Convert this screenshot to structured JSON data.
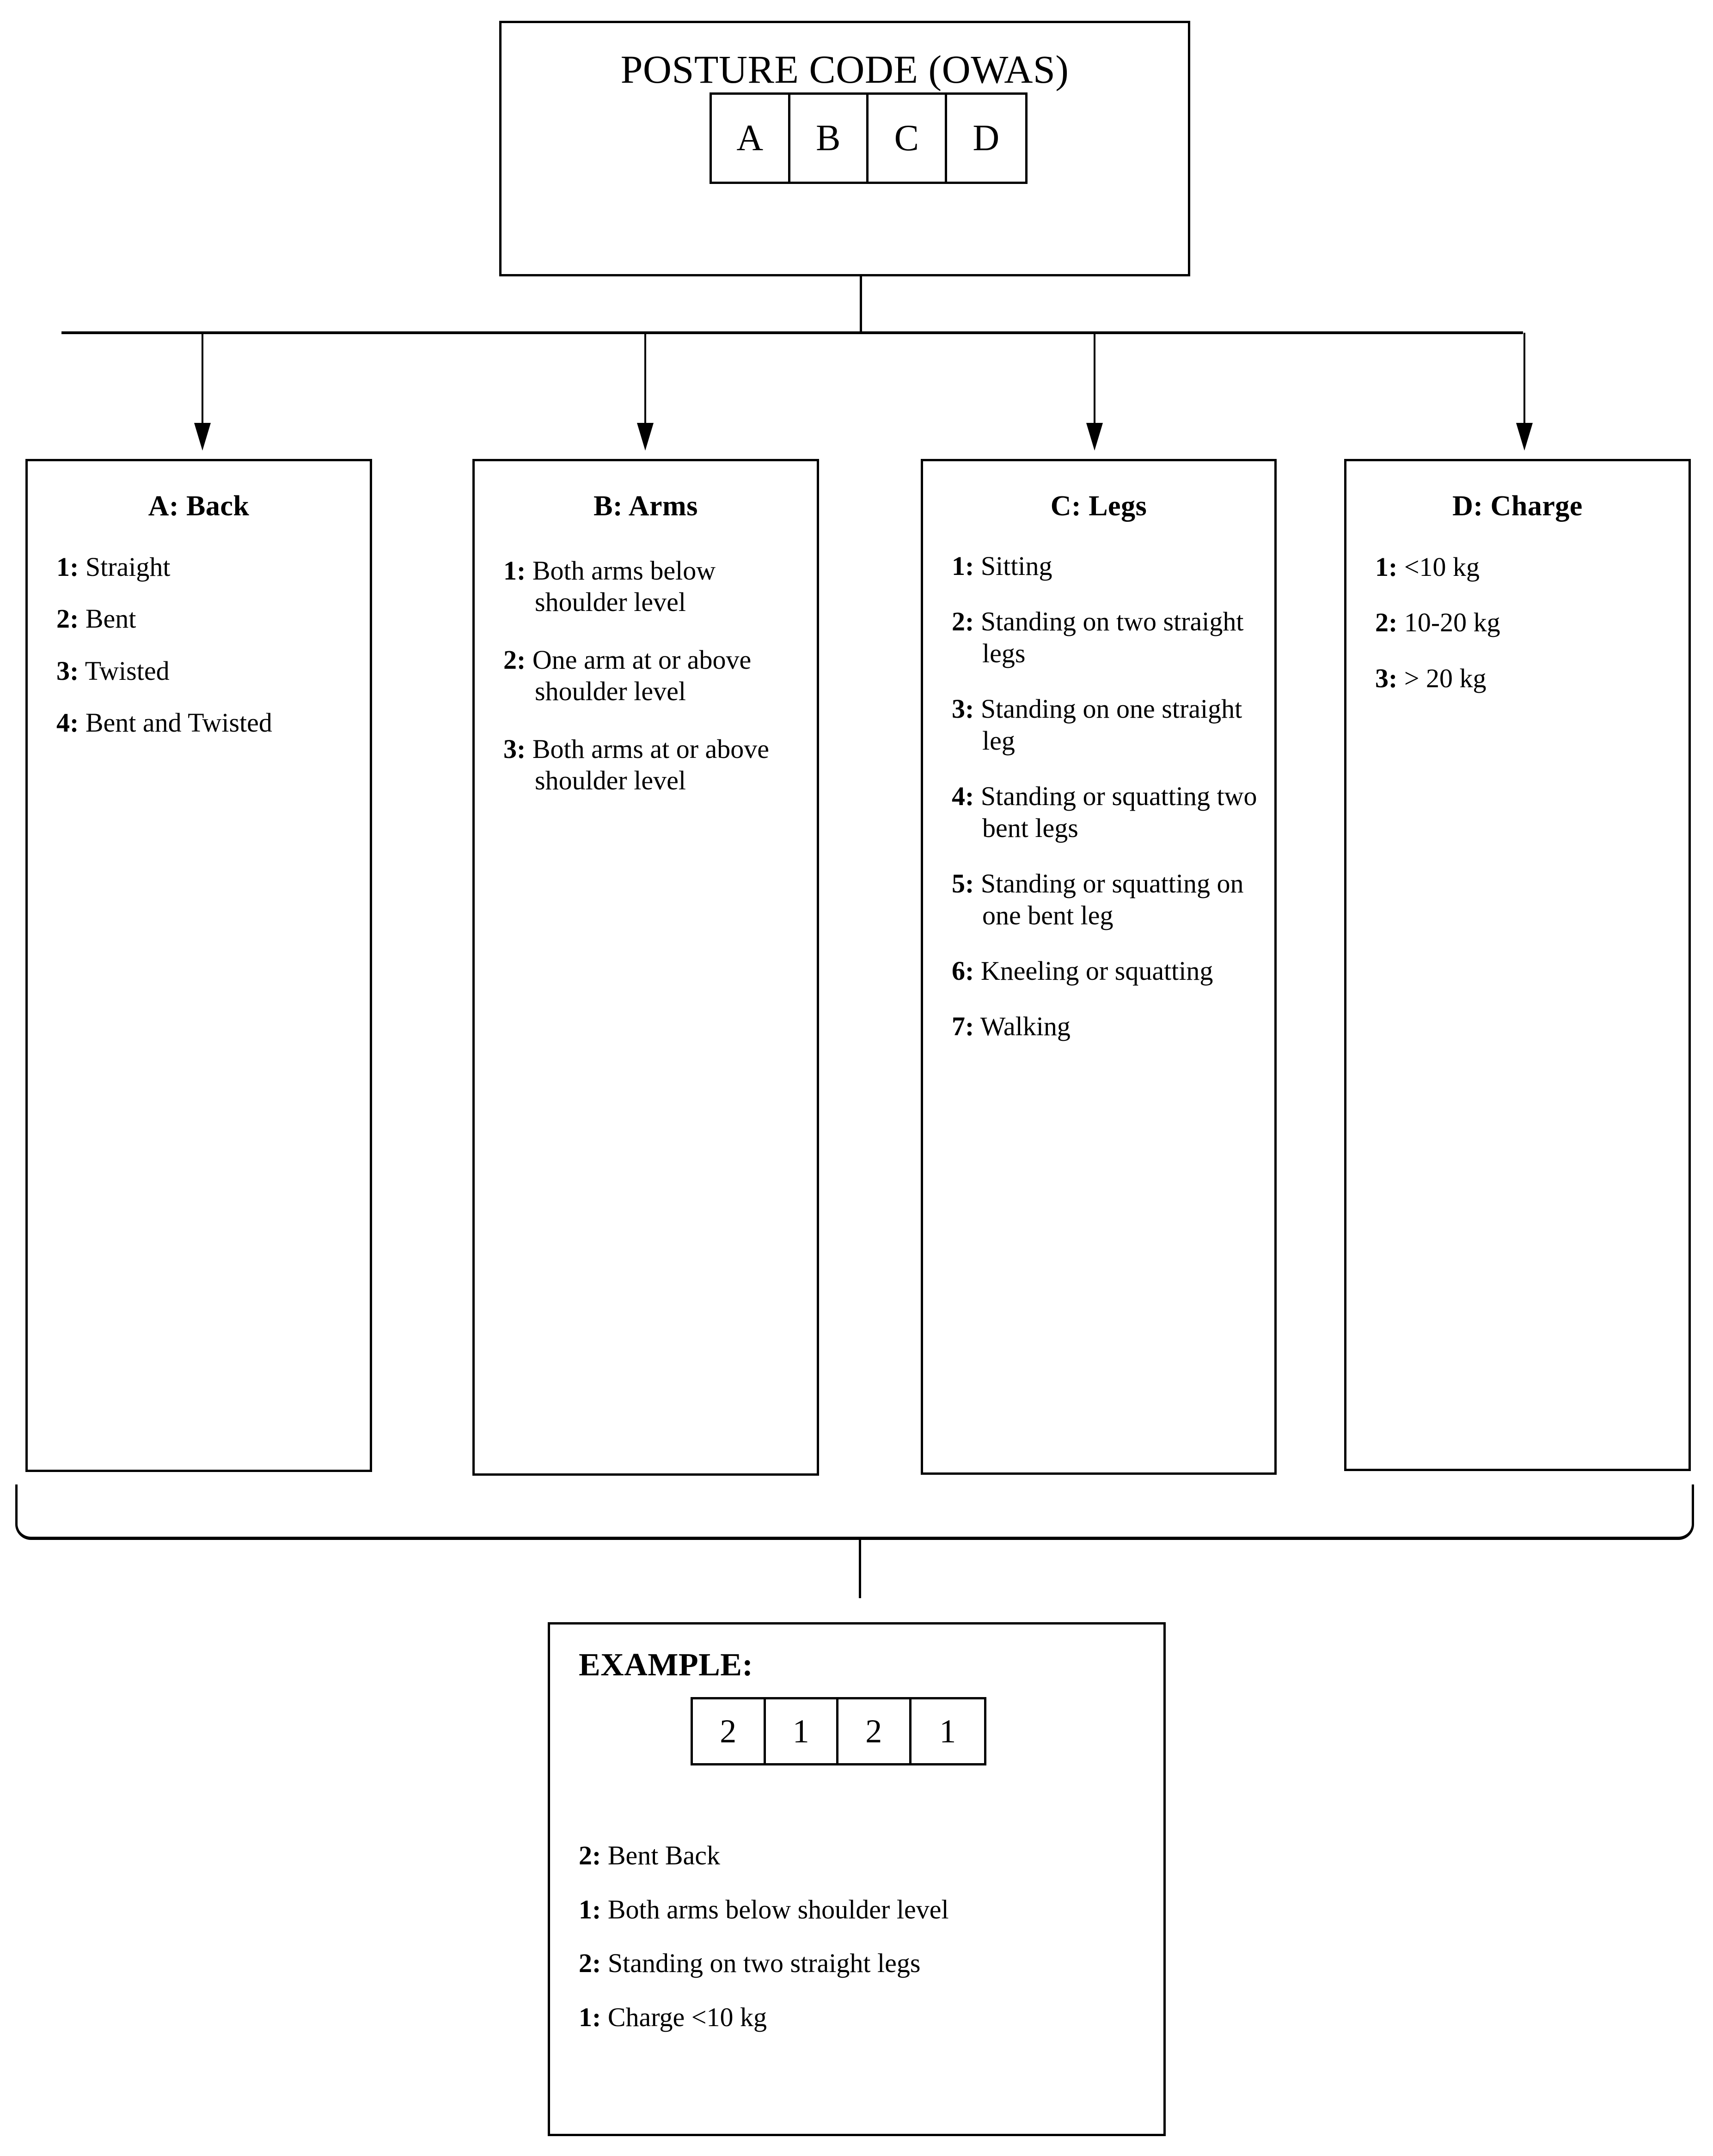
{
  "title_block": {
    "heading": "POSTURE CODE (OWAS)",
    "code_cells": [
      "A",
      "B",
      "C",
      "D"
    ]
  },
  "categories": [
    {
      "id": "A",
      "title": "A: Back",
      "items": [
        {
          "num": "1:",
          "text": "Straight"
        },
        {
          "num": "2:",
          "text": "Bent"
        },
        {
          "num": "3:",
          "text": "Twisted"
        },
        {
          "num": "4:",
          "text": "Bent and Twisted"
        }
      ]
    },
    {
      "id": "B",
      "title": "B: Arms",
      "items": [
        {
          "num": "1:",
          "text": "Both arms below shoulder level"
        },
        {
          "num": "2:",
          "text": "One arm at or above shoulder level"
        },
        {
          "num": "3:",
          "text": "Both arms at or above shoulder level"
        }
      ]
    },
    {
      "id": "C",
      "title": "C: Legs",
      "items": [
        {
          "num": "1:",
          "text": "Sitting"
        },
        {
          "num": "2:",
          "text": "Standing on two straight legs"
        },
        {
          "num": "3:",
          "text": "Standing on one straight leg"
        },
        {
          "num": "4:",
          "text": "Standing or squatting two bent legs"
        },
        {
          "num": "5:",
          "text": "Standing or squatting on one bent leg"
        },
        {
          "num": "6:",
          "text": "Kneeling or squatting"
        },
        {
          "num": "7:",
          "text": "Walking"
        }
      ]
    },
    {
      "id": "D",
      "title": "D: Charge",
      "items": [
        {
          "num": "1:",
          "text": "<10 kg"
        },
        {
          "num": "2:",
          "text": "10-20 kg"
        },
        {
          "num": "3:",
          "text": "> 20 kg"
        }
      ]
    }
  ],
  "example": {
    "title": "EXAMPLE:",
    "code_cells": [
      "2",
      "1",
      "2",
      "1"
    ],
    "lines": [
      {
        "num": "2:",
        "text": "Bent Back"
      },
      {
        "num": "1:",
        "text": "Both arms below shoulder level"
      },
      {
        "num": "2:",
        "text": "Standing on two straight legs"
      },
      {
        "num": "1:",
        "text": "Charge <10 kg"
      }
    ]
  },
  "colors": {
    "stroke": "#000000",
    "background": "#ffffff"
  }
}
